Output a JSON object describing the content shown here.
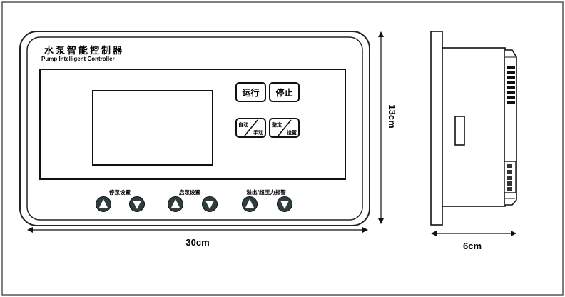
{
  "front": {
    "title_cn": "水泵智能控制器",
    "title_en": "Pump Intelligent Controller",
    "buttons": {
      "run": "运行",
      "stop": "停止",
      "auto_top": "自动",
      "auto_bottom": "手动",
      "set_top": "整定",
      "set_bottom": "设置"
    },
    "groups": [
      {
        "label": "停泵设置"
      },
      {
        "label": "启泵设置"
      },
      {
        "label": "溢出/超压力报警"
      }
    ],
    "width_label": "30cm",
    "height_label": "13cm"
  },
  "side": {
    "depth_label": "6cm"
  }
}
